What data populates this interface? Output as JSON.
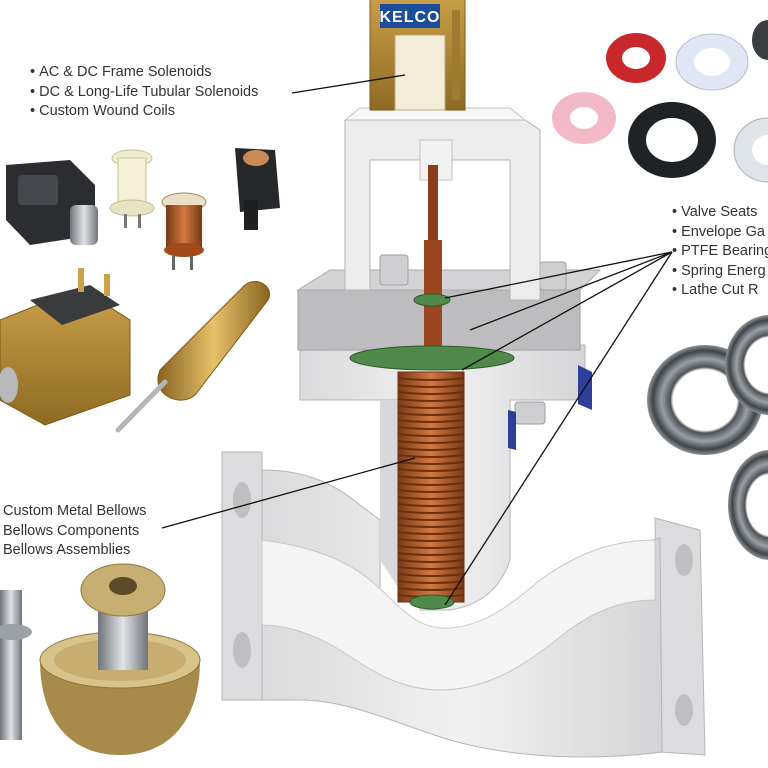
{
  "brand": {
    "logo_text": "KELCO"
  },
  "solenoid_callout": {
    "items": [
      "AC & DC Frame Solenoids",
      "DC & Long-Life Tubular Solenoids",
      "Custom Wound Coils"
    ]
  },
  "seal_callout": {
    "items": [
      "Valve Seats",
      "Envelope Ga",
      "PTFE Bearing",
      "Spring Energ",
      "Lathe Cut R"
    ]
  },
  "bellows_callout": {
    "items": [
      "Custom Metal Bellows",
      "Bellows Components",
      "Bellows Assemblies"
    ]
  },
  "colors": {
    "valve_body": "#e9e9ea",
    "valve_shadow": "#c9c9cb",
    "bellows": "#b05a2c",
    "green_seal": "#4f8a4a",
    "solenoid_gold": "#c99a3a",
    "bearing_steel": "#8a8f96"
  }
}
